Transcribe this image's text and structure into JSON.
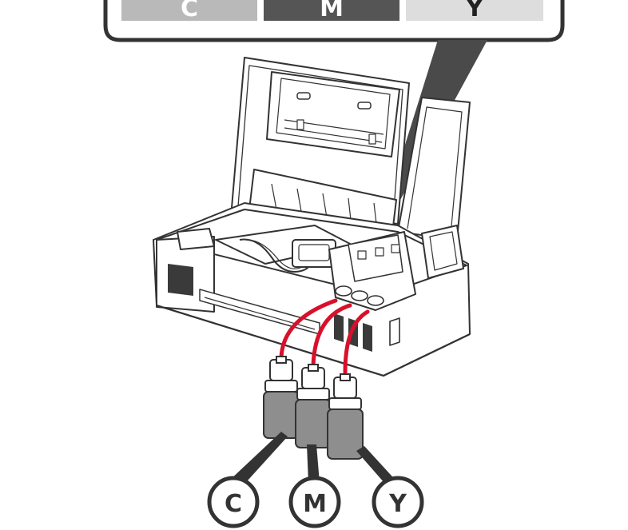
{
  "colors": {
    "line": "#333333",
    "red_arrow": "#d8102b",
    "tab_c": "#b9b9b9",
    "tab_m": "#555555",
    "tab_y": "#dddddd",
    "bottle_body": "#8e8e8e",
    "callout_pointer": "#4a4a4a",
    "tank_window": "#3a3a3a"
  },
  "header": {
    "tabs": [
      {
        "label": "C"
      },
      {
        "label": "M"
      },
      {
        "label": "Y"
      }
    ]
  },
  "callouts": [
    {
      "label": "C"
    },
    {
      "label": "M"
    },
    {
      "label": "Y"
    }
  ],
  "icons": {
    "printer": "printer-open-icon",
    "bottles": "ink-bottle-icon",
    "arrows": "fill-arrow-icon"
  }
}
